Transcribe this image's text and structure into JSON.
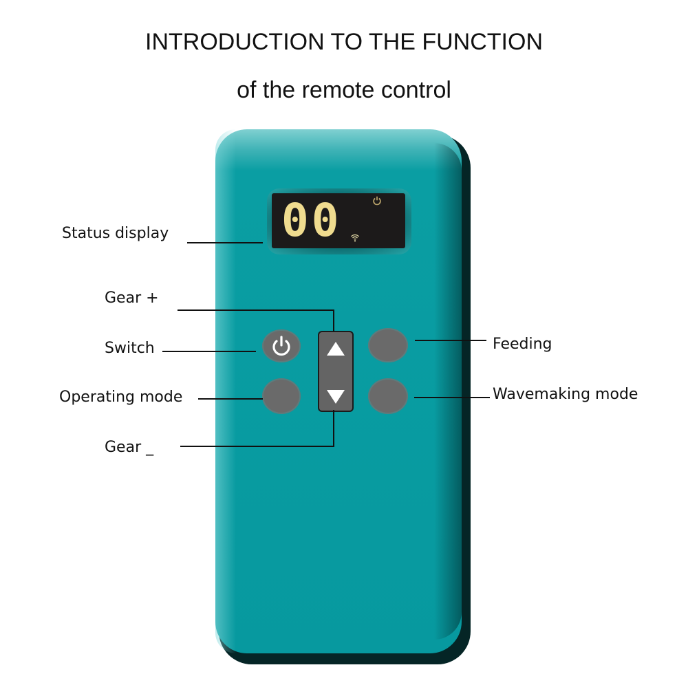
{
  "title": {
    "line1": "INTRODUCTION TO THE FUNCTION",
    "line2": "of the remote control"
  },
  "remote": {
    "body_color": "#079aa0",
    "display": {
      "digits": "00",
      "digit_color": "#f0dc8f",
      "power_indicator": "power-icon",
      "signal_indicator": "wifi-icon"
    },
    "buttons": {
      "switch_icon": "power-icon",
      "gear_up_icon": "triangle-up-icon",
      "gear_down_icon": "triangle-down-icon"
    }
  },
  "labels": {
    "status_display": "Status display",
    "gear_plus": "Gear +",
    "switch": "Switch",
    "operating_mode": "Operating mode",
    "gear_minus": "Gear _",
    "feeding": "Feeding",
    "wavemaking_mode": "Wavemaking mode"
  }
}
